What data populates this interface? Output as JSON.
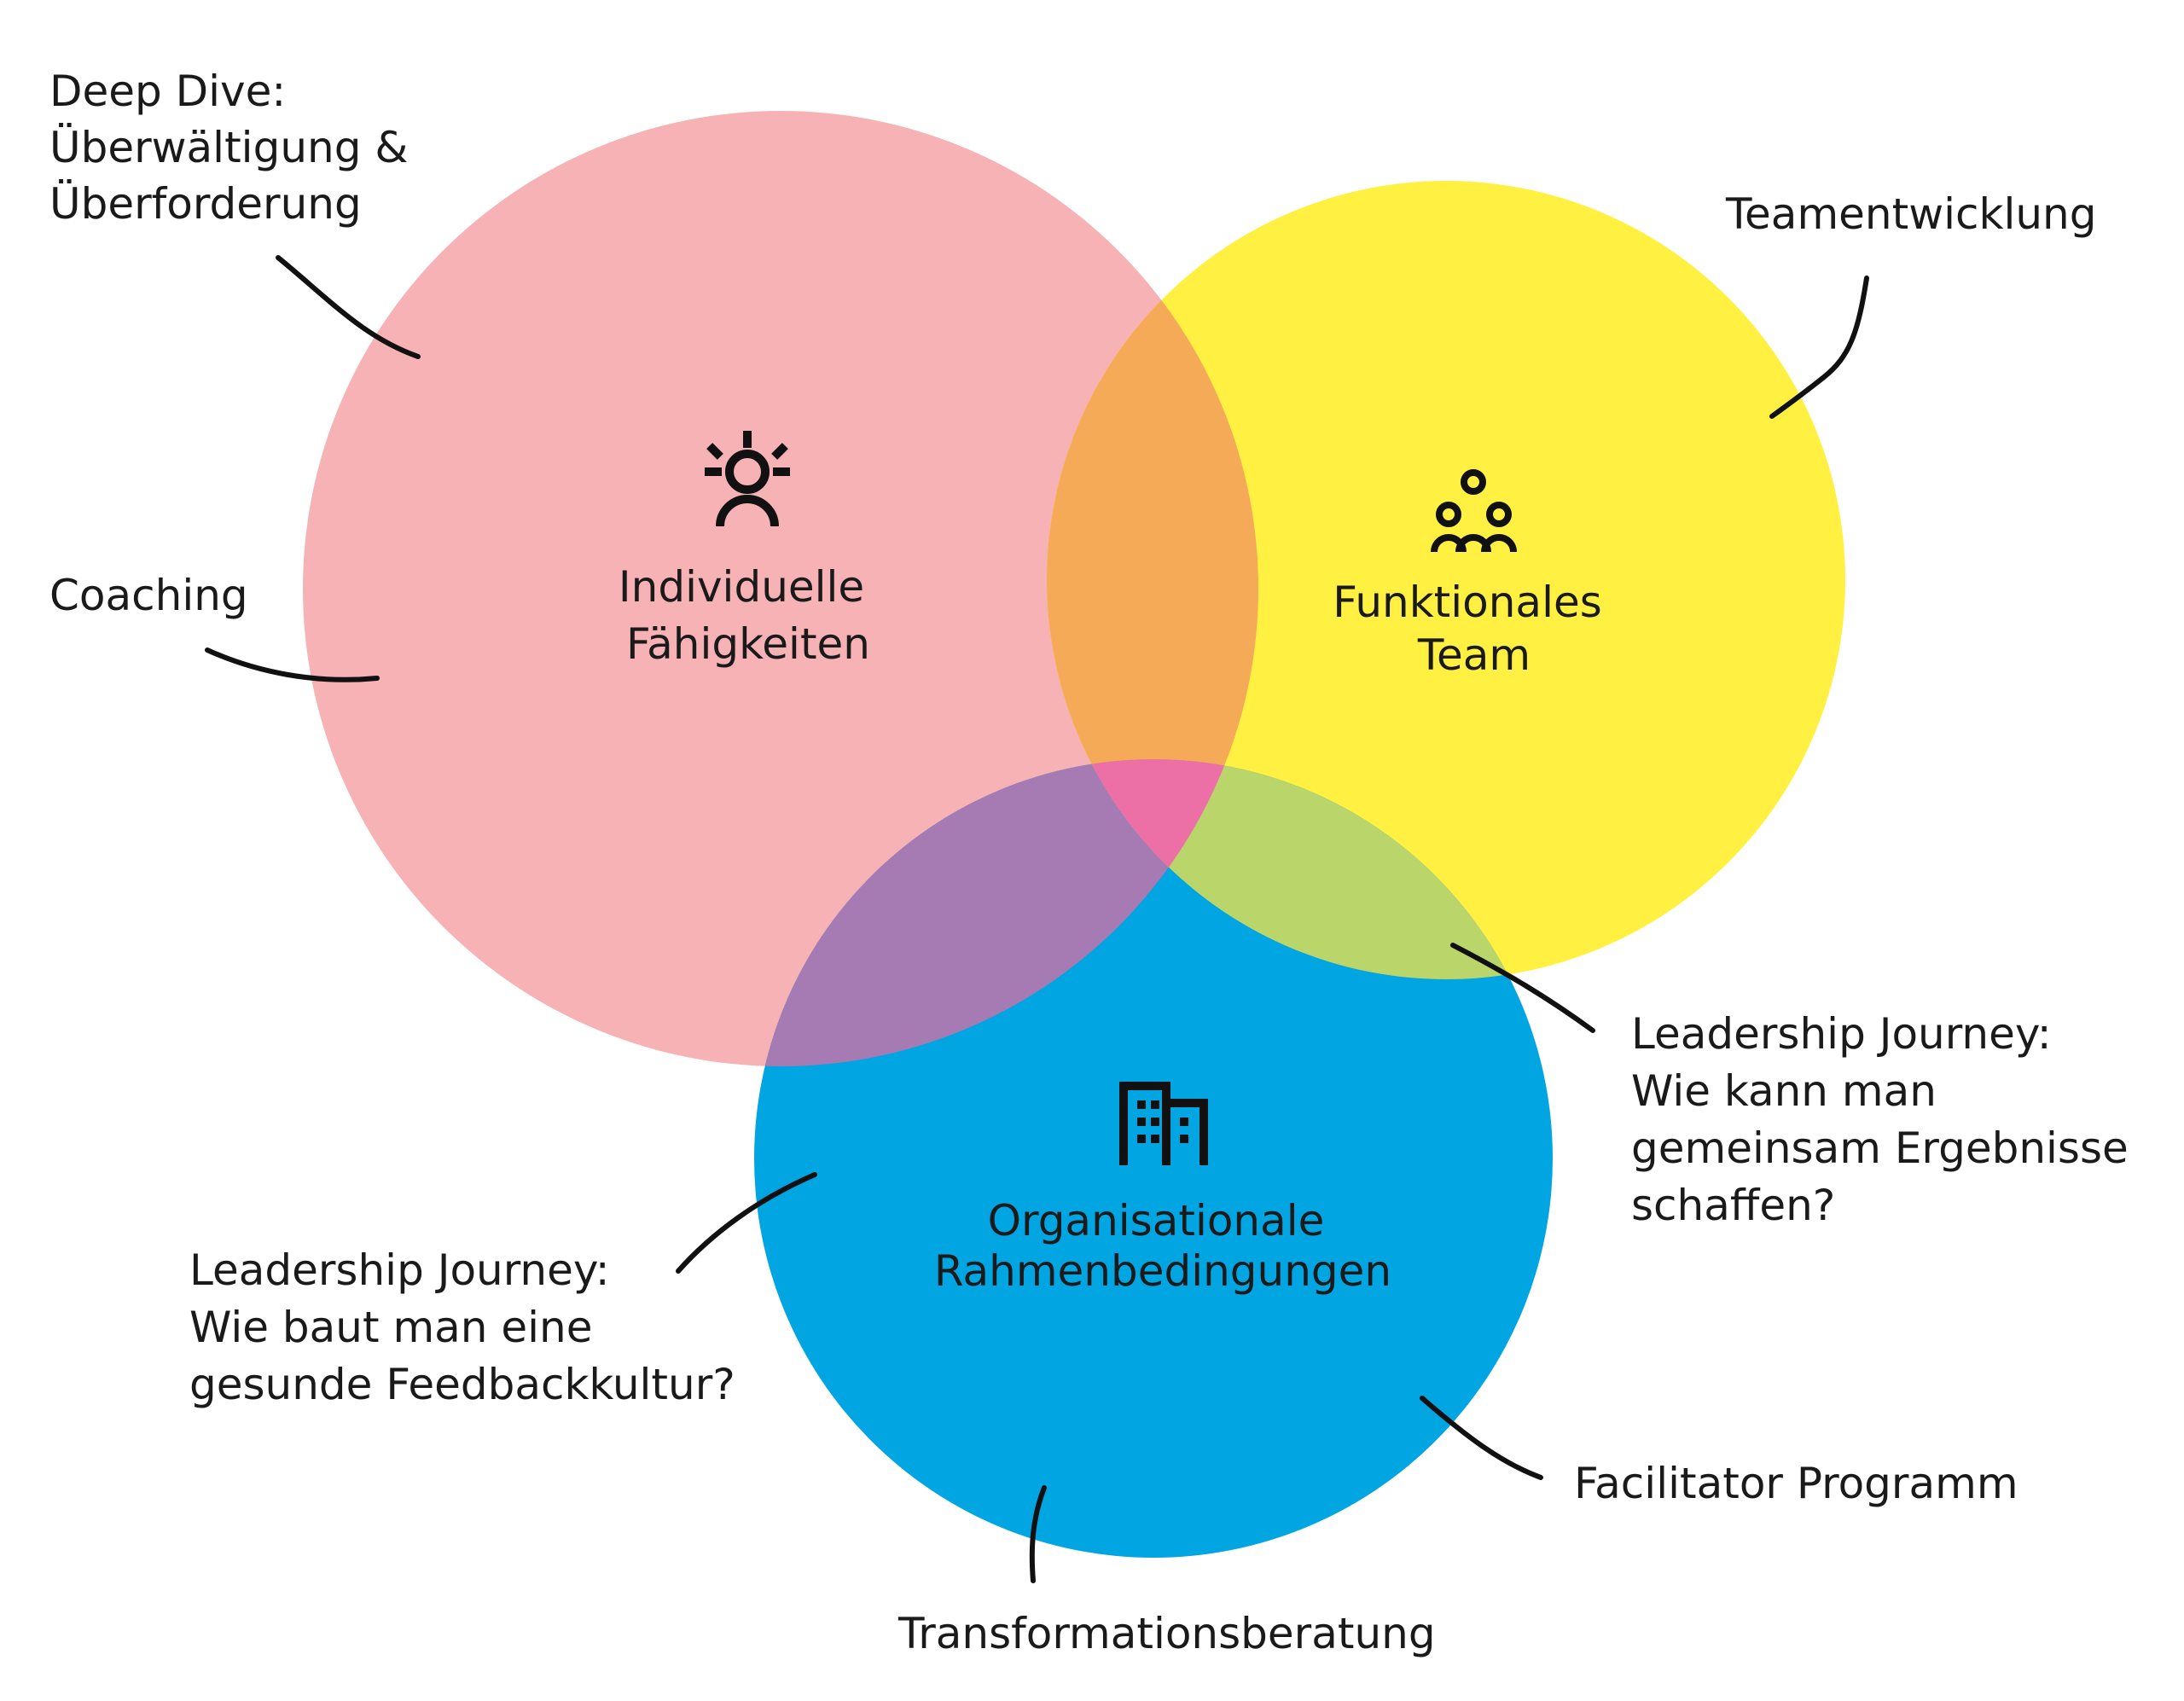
{
  "colors": {
    "individual": "#f6b2b5",
    "team": "#fff042",
    "organisation": "#00a5e1",
    "overlap_individual_team": "#f5aa58",
    "overlap_individual_organisation": "#a67bb3",
    "overlap_team_organisation": "#bad56a",
    "overlap_all": "#ec6fa5",
    "line": "#111111"
  },
  "circles": {
    "individual": {
      "icon": "sun-person-icon",
      "label_line1": "Individuelle",
      "label_line2": "Fähigkeiten"
    },
    "team": {
      "icon": "three-people-icon",
      "label_line1": "Funktionales",
      "label_line2": "Team"
    },
    "organisation": {
      "icon": "office-building-icon",
      "label_line1": "Organisationale",
      "label_line2": "Rahmenbedingungen"
    }
  },
  "labels": {
    "deep_dive": [
      "Deep Dive:",
      "Überwältigung &",
      "Überforderung"
    ],
    "coaching": [
      "Coaching"
    ],
    "teamentwicklung": [
      "Teamentwicklung"
    ],
    "leadership_team": [
      "Leadership Journey:",
      "Wie kann man",
      "gemeinsam Ergebnisse",
      "schaffen?"
    ],
    "leadership_feedback": [
      "Leadership Journey:",
      "Wie baut man eine",
      "gesunde Feedbackkultur?"
    ],
    "facilitator": [
      "Facilitator Programm"
    ],
    "transformation": [
      "Transformationsberatung"
    ]
  }
}
